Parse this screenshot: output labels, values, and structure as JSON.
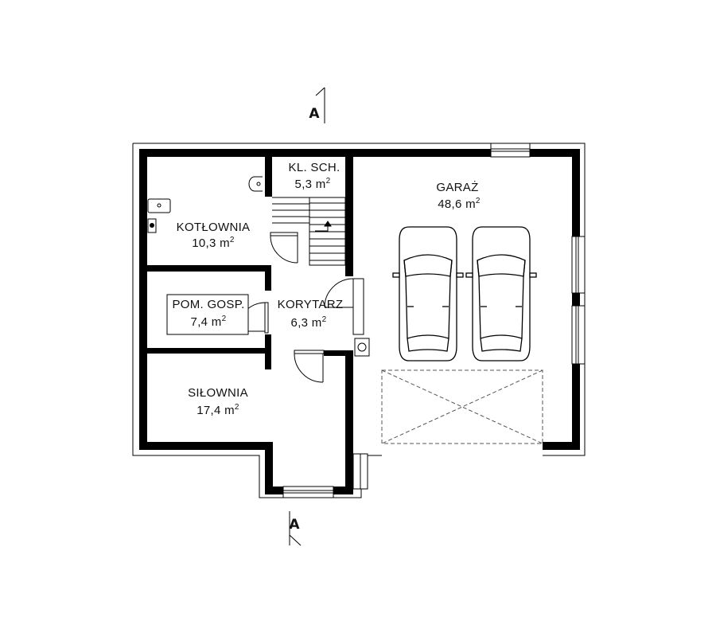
{
  "section_marker": {
    "letter": "A"
  },
  "rooms": {
    "kotlownia": {
      "name": "KOTŁOWNIA",
      "area": "10,3 m",
      "unit_exp": "2"
    },
    "klatka": {
      "name": "KL. SCH.",
      "area": "5,3 m",
      "unit_exp": "2"
    },
    "garaz": {
      "name": "GARAŻ",
      "area": "48,6 m",
      "unit_exp": "2"
    },
    "pom_gosp": {
      "name": "POM. GOSP.",
      "area": "7,4 m",
      "unit_exp": "2"
    },
    "korytarz": {
      "name": "KORYTARZ",
      "area": "6,3 m",
      "unit_exp": "2"
    },
    "silownia": {
      "name": "SIŁOWNIA",
      "area": "17,4 m",
      "unit_exp": "2"
    }
  },
  "colors": {
    "wall": "#000000",
    "line": "#222222",
    "dashed": "#555555",
    "background": "#ffffff"
  }
}
